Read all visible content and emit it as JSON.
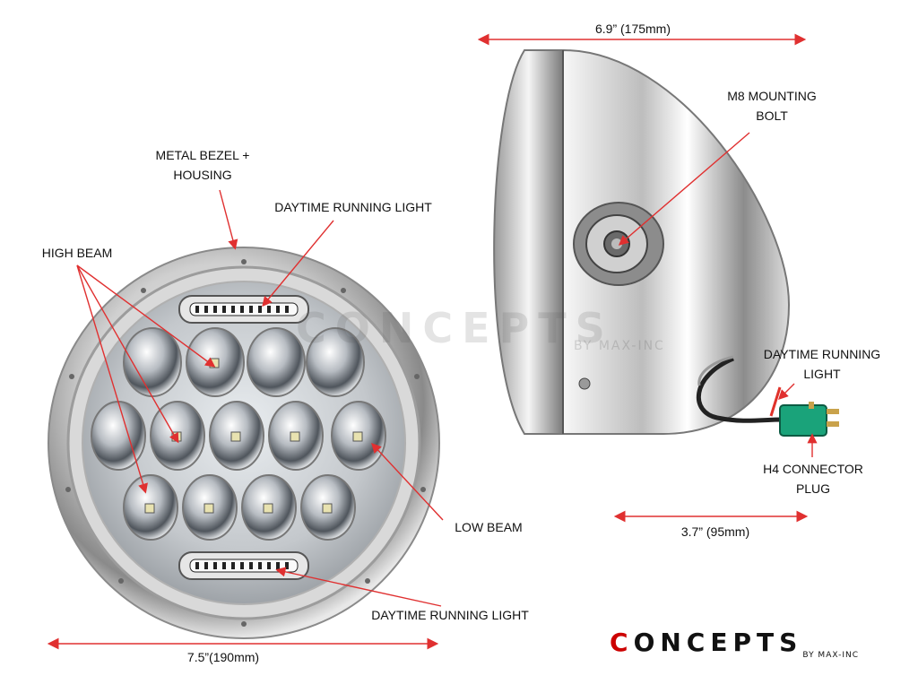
{
  "labels": {
    "metal_bezel": "METAL BEZEL +\nHOUSING",
    "drl_top": "DAYTIME RUNNING LIGHT",
    "high_beam": "HIGH BEAM",
    "low_beam": "LOW BEAM",
    "drl_bottom": "DAYTIME RUNNING LIGHT",
    "mounting_bolt": "M8 MOUNTING\nBOLT",
    "drl_wire": "DAYTIME RUNNING\nLIGHT",
    "h4_plug": "H4 CONNECTOR\nPLUG"
  },
  "dimensions": {
    "front_width": "7.5”(190mm)",
    "side_length": "6.9” (175mm)",
    "side_depth": "3.7” (95mm)"
  },
  "brand": {
    "logo_first": "C",
    "logo_rest": "ONCEPTS",
    "logo_sub": "BY MAX-INC",
    "watermark": "CONCEPTS",
    "watermark_sub": "BY MAX-INC"
  },
  "colors": {
    "arrow": "#e03030",
    "chrome_light": "#f2f2f2",
    "chrome_dark": "#6e6e6e",
    "logo_accent": "#cc0000",
    "connector": "#1aa37a"
  }
}
